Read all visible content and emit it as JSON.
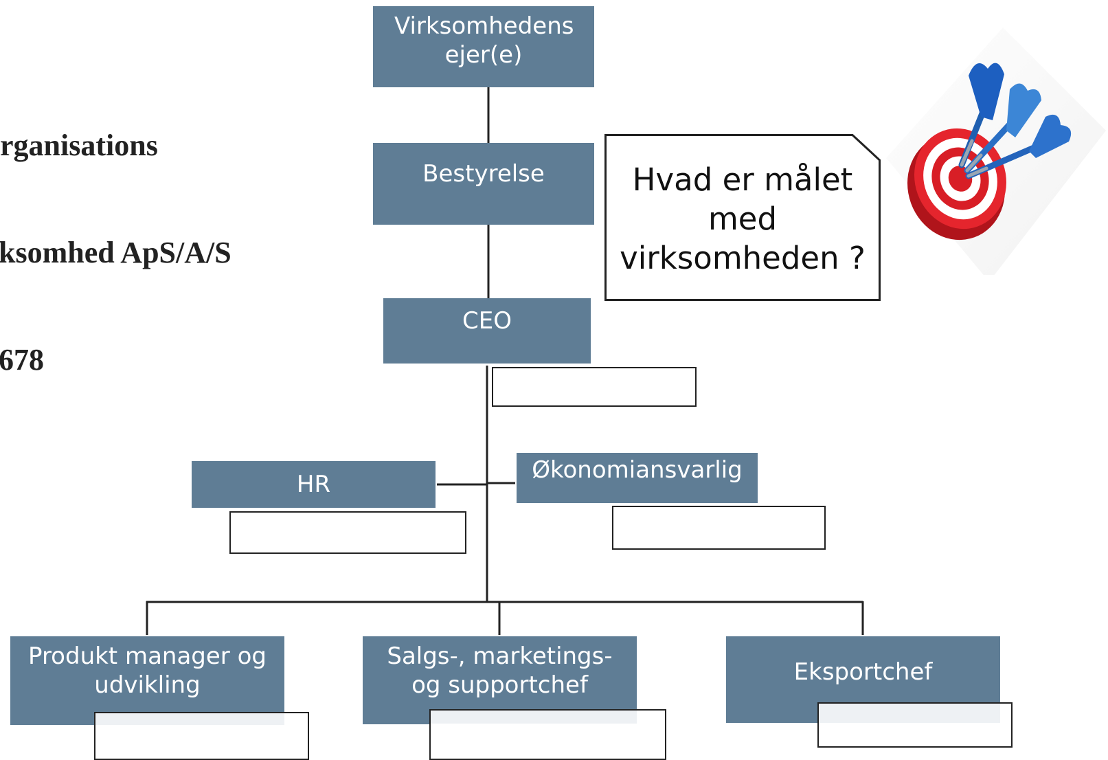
{
  "title": {
    "line1": "rganisations",
    "line2": "ksomhed ApS/A/S",
    "line3": "678"
  },
  "nodes": {
    "owners": "Virksomhedens ejer(e)",
    "board": "Bestyrelse",
    "ceo": "CEO",
    "hr": "HR",
    "finance": "Økonomiansvarlig",
    "product": "Produkt manager og udvikling",
    "sales": "Salgs-, marketings- og supportchef",
    "export": "Eksportchef"
  },
  "callout": {
    "text": "Hvad er målet med virksomheden ?"
  },
  "colors": {
    "box_fill": "#5f7d95",
    "box_text": "#ffffff",
    "line": "#222222",
    "target_red": "#d21f26",
    "dart_blue": "#2a6fc4"
  },
  "icons": {
    "target": "dartboard-target-icon"
  }
}
